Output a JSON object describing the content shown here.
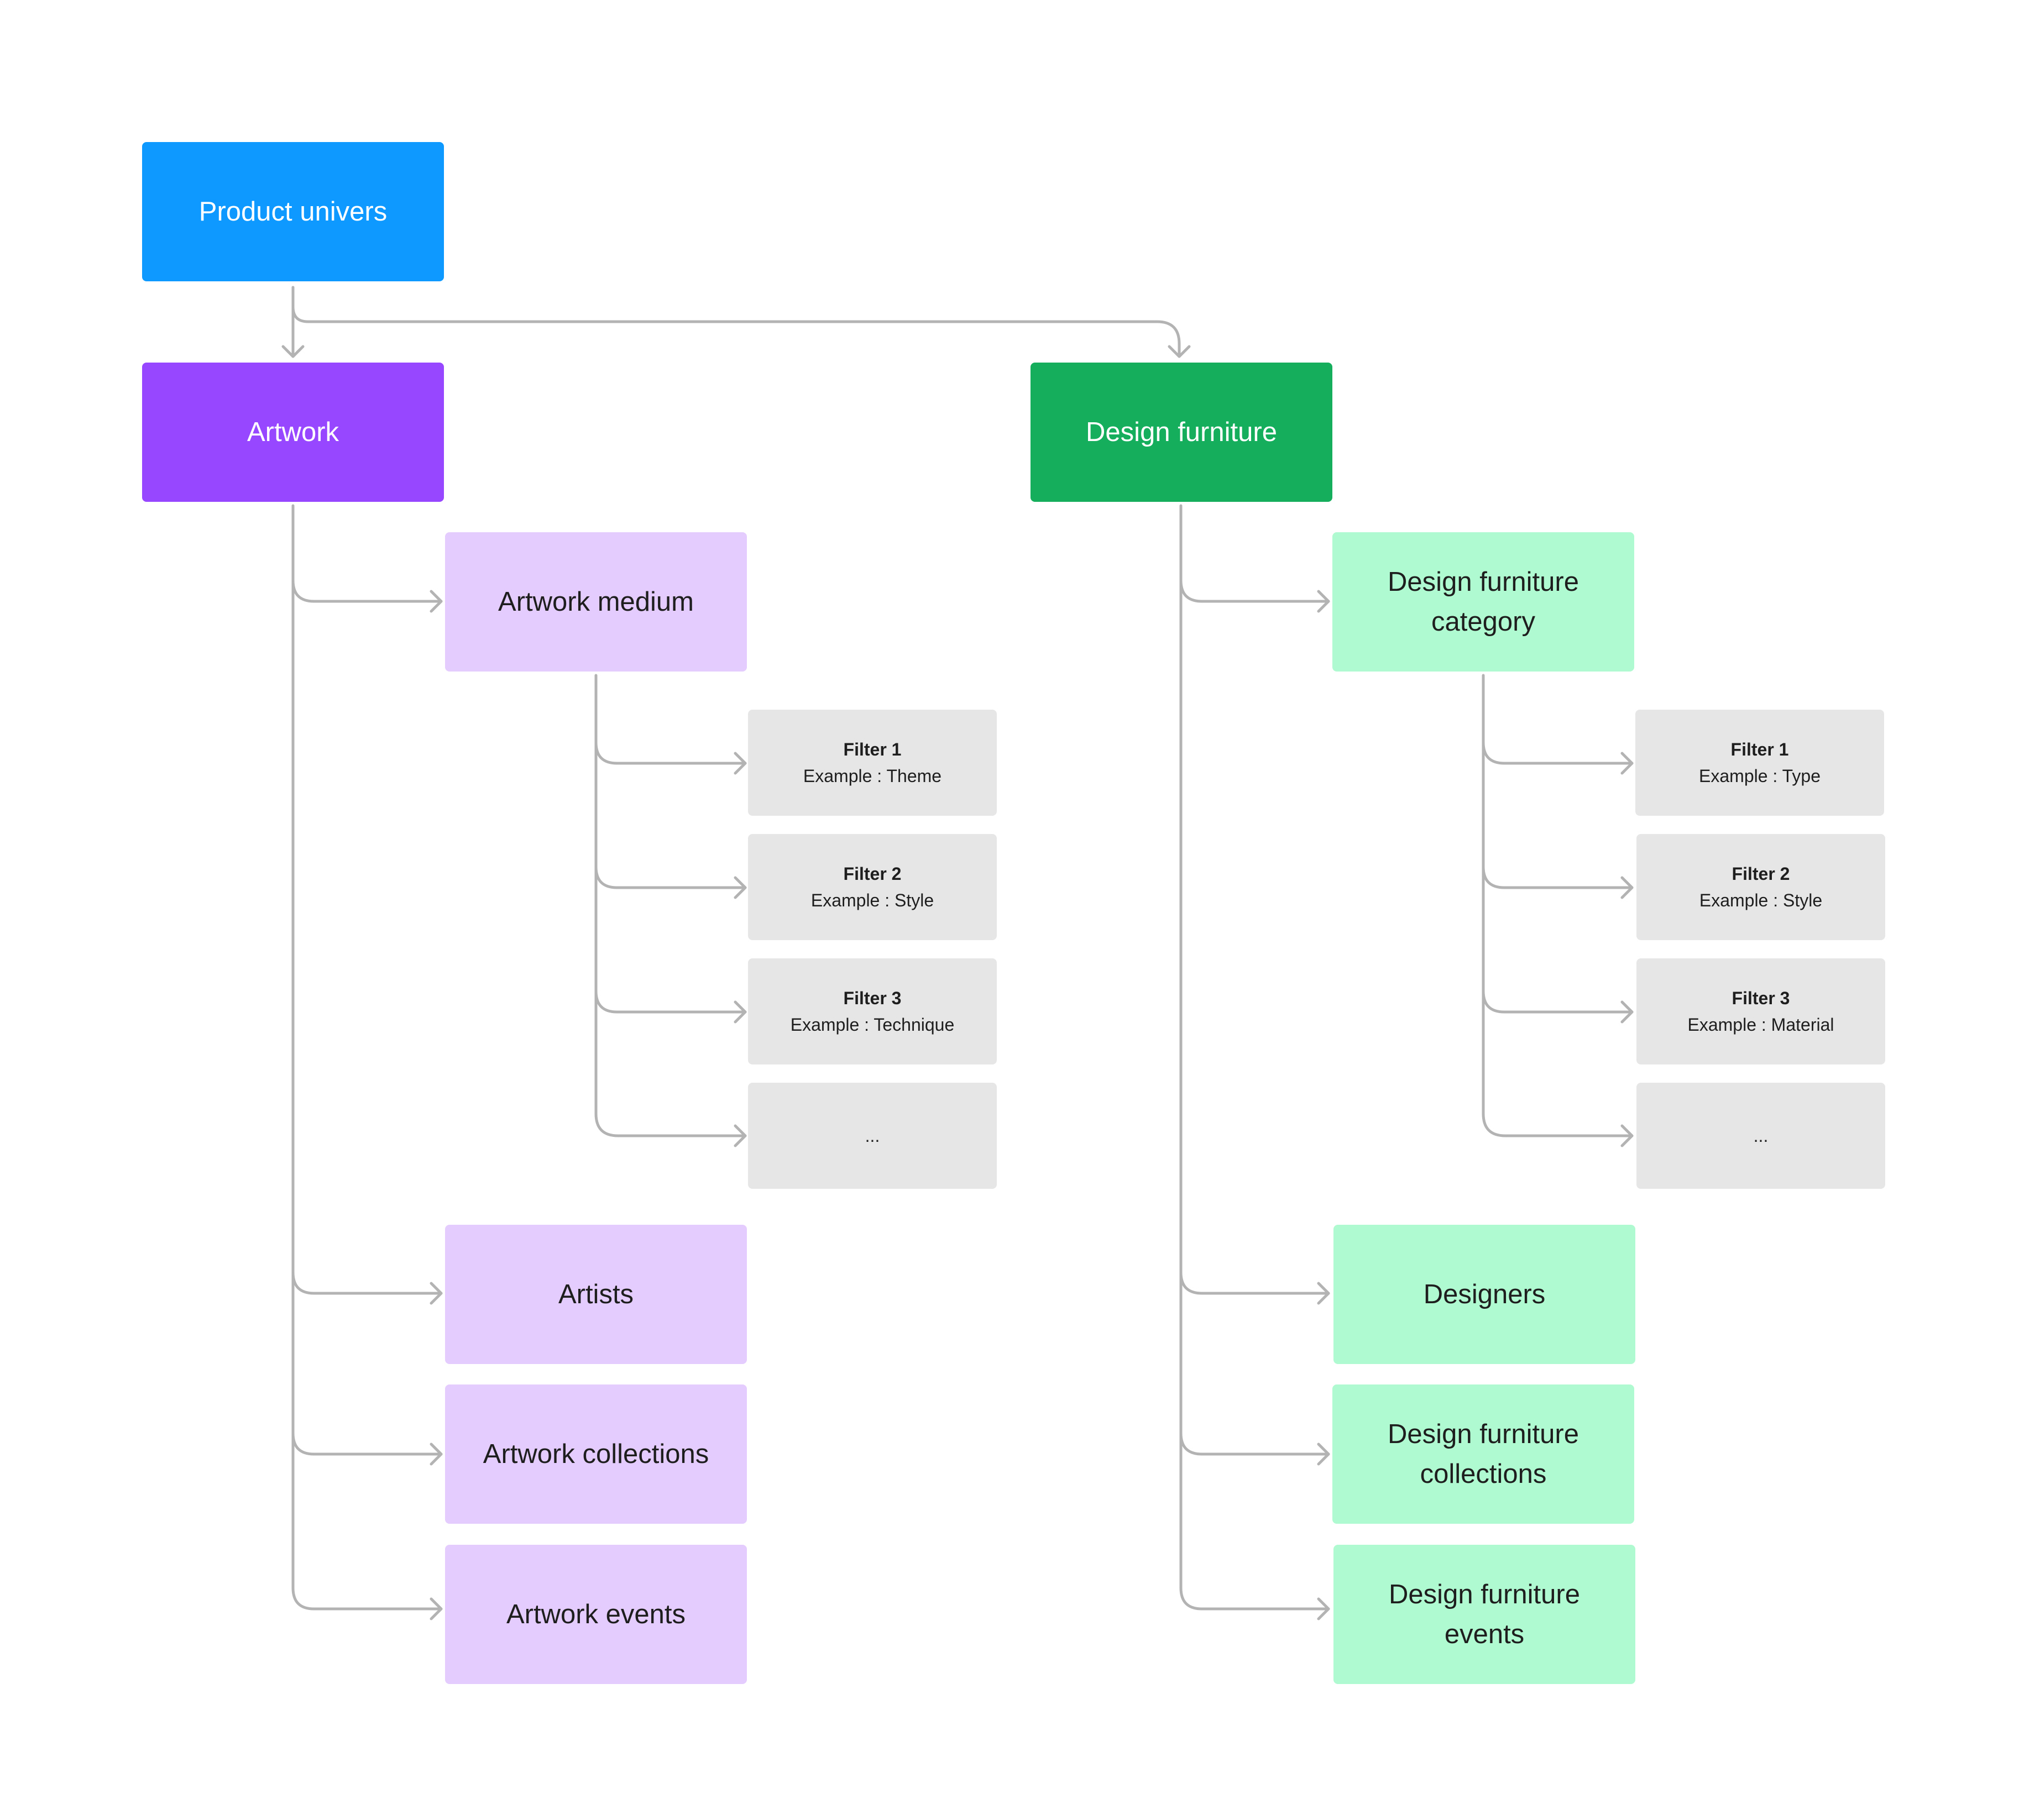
{
  "diagram": {
    "root": {
      "label": "Product univers",
      "color": "#0d99ff"
    },
    "branches": [
      {
        "label": "Artwork",
        "color": "#9747ff",
        "child_color": "#e4ccff",
        "category": {
          "label": "Artwork medium",
          "filters": [
            {
              "title": "Filter 1",
              "example": "Example : Theme"
            },
            {
              "title": "Filter 2",
              "example": "Example : Style"
            },
            {
              "title": "Filter 3",
              "example": "Example : Technique"
            },
            {
              "title": "",
              "example": "..."
            }
          ]
        },
        "others": [
          "Artists",
          "Artwork collections",
          "Artwork events"
        ]
      },
      {
        "label": "Design furniture",
        "color": "#14ae5c",
        "child_color": "#affad0",
        "category": {
          "label": "Design furniture category",
          "filters": [
            {
              "title": "Filter 1",
              "example": "Example : Type"
            },
            {
              "title": "Filter 2",
              "example": "Example : Style"
            },
            {
              "title": "Filter 3",
              "example": "Example : Material"
            },
            {
              "title": "",
              "example": "..."
            }
          ]
        },
        "others": [
          "Designers",
          "Design furniture collections",
          "Design furniture events"
        ]
      }
    ],
    "connector_color": "#b3b3b3",
    "filter_color": "#e6e6e6"
  }
}
